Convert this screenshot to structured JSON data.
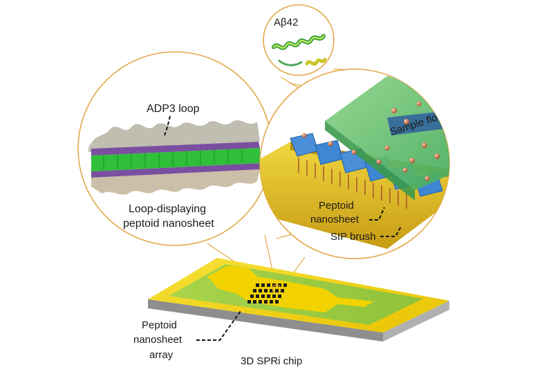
{
  "labels": {
    "abeta": "Aβ42",
    "adp3_loop": "ADP3 loop",
    "loop_line1": "Loop-displaying",
    "loop_line2": "peptoid nanosheet",
    "sample_flow": "Sample flow",
    "peptoid_nanosheet_line1": "Peptoid",
    "peptoid_nanosheet_line2": "nanosheet",
    "sip_brush": "SIP brush",
    "array_line1": "Peptoid",
    "array_line2": "nanosheet",
    "array_line3": "array",
    "chip": "3D SPRi chip"
  },
  "colors": {
    "circle_outline": "#e3a84a",
    "chip_gold": "#f2d200",
    "chip_green": "#9ccc3c",
    "flow_green": "#5fbf6a",
    "nanosheet_blue": "#3f86d4",
    "gold_substrate": "#d8b51e"
  }
}
